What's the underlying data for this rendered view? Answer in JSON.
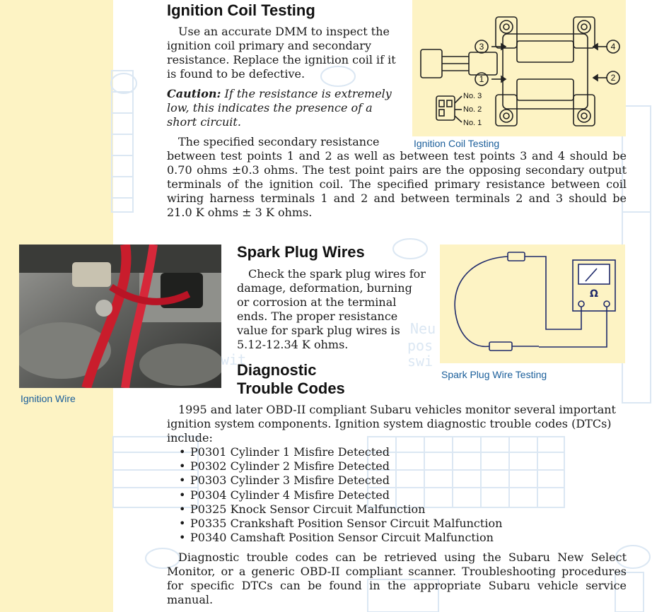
{
  "section1": {
    "title": "Ignition Coil Testing",
    "para1": "Use an accurate DMM to inspect the ignition coil primary and secondary resistance. Replace the ignition coil if it is found to be defective.",
    "caution_label": "Caution:",
    "caution_text": "If the resistance is extremely low, this indicates the presence of a short circuit.",
    "para2_line1": "The specified secondary resistance",
    "para2_rest": "between test points 1 and 2 as well as between test points 3 and 4 should be 0.70 ohms ±0.3 ohms. The test point pairs  are the opposing secondary output terminals of the ignition coil. The specified primary resistance between coil wiring harness terminals 1 and 2 and between terminals 2 and 3 should be 21.0 K ohms ± 3 K ohms."
  },
  "figure1": {
    "caption": "Ignition Coil Testing",
    "pin_labels": [
      "No. 3",
      "No. 2",
      "No. 1"
    ],
    "point_labels": [
      "3",
      "4",
      "1",
      "2"
    ]
  },
  "section2": {
    "title": "Spark Plug Wires",
    "para": "Check the spark plug wires for damage, deformation, burning or corrosion at the terminal ends. The proper resistance value for spark plug wires is 5.12-12.34 K ohms."
  },
  "figure2": {
    "caption": "Spark Plug Wire Testing",
    "meter_symbol": "Ω"
  },
  "photo": {
    "caption": "Ignition Wire"
  },
  "section3": {
    "title_line1": "Diagnostic",
    "title_line2": "Trouble Codes",
    "intro": "1995 and later OBD-II compliant Subaru vehicles monitor several important ignition system components. Ignition system diagnostic trouble codes (DTCs) include:",
    "codes": [
      "P0301 Cylinder 1 Misfire Detected",
      "P0302 Cylinder 2 Misfire Detected",
      "P0303 Cylinder 3 Misfire Detected",
      "P0304 Cylinder 4 Misfire Detected",
      "P0325 Knock Sensor Circuit Malfunction",
      "P0335 Crankshaft Position Sensor Circuit Malfunction",
      "P0340 Camshaft Position Sensor Circuit Malfunction"
    ],
    "outro": "Diagnostic trouble codes can be retrieved using the Subaru New Select Monitor, or a generic OBD-II compliant scanner. Troubleshooting procedures for specific DTCs can be found in the appropriate Subaru vehicle service manual."
  },
  "colors": {
    "sidebar": "#fdf3c4",
    "caption": "#1a5e9a",
    "schematic": "#dbe7f3"
  }
}
